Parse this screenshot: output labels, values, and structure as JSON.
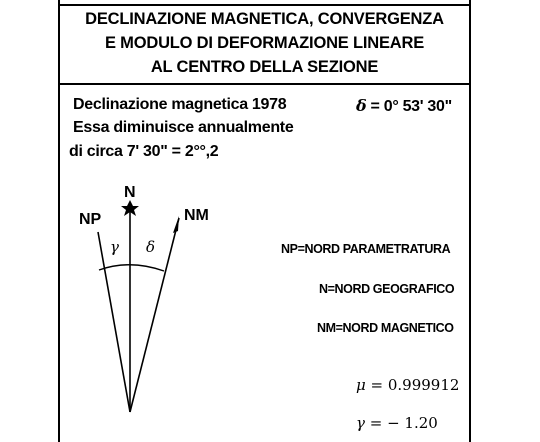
{
  "title": {
    "line1": "DECLINAZIONE MAGNETICA, CONVERGENZA",
    "line2": "E MODULO DI DEFORMAZIONE LINEARE",
    "line3": "AL CENTRO DELLA SEZIONE"
  },
  "declination": {
    "line1": "Declinazione magnetica 1978",
    "delta_symbol": "δ",
    "delta_value": "= 0° 53' 30\"",
    "line2": "Essa diminuisce annualmente",
    "line3": "di circa 7' 30\" = 2°°,2"
  },
  "diagram": {
    "label_n": "N",
    "label_np": "NP",
    "label_nm": "NM",
    "gamma_symbol": "γ",
    "delta_symbol": "δ"
  },
  "legend": {
    "np": "NP=NORD PARAMETRATURA",
    "n": "N=NORD GEOGRAFICO",
    "nm": "NM=NORD MAGNETICO"
  },
  "parameters": {
    "mu_symbol": "μ",
    "mu_value": "=  0.999912",
    "gamma_symbol": "γ",
    "gamma_value": "=  − 1.20"
  }
}
